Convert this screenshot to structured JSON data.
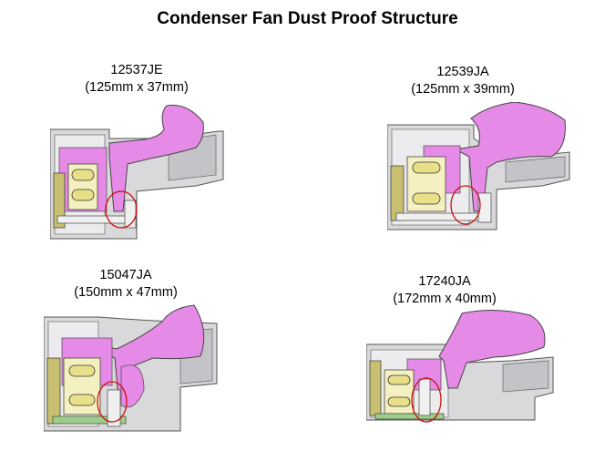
{
  "title": "Condenser Fan Dust Proof Structure",
  "colors": {
    "accent_pink": "#e58ae6",
    "dust_circle": "#cc1111",
    "motor_yellow": "#e8e088"
  },
  "panels": [
    {
      "model": "12537JE",
      "dimensions": "(125mm x 37mm)"
    },
    {
      "model": "12539JA",
      "dimensions": "(125mm x 39mm)"
    },
    {
      "model": "15047JA",
      "dimensions": "(150mm x 47mm)"
    },
    {
      "model": "17240JA",
      "dimensions": "(172mm x 40mm)"
    }
  ]
}
